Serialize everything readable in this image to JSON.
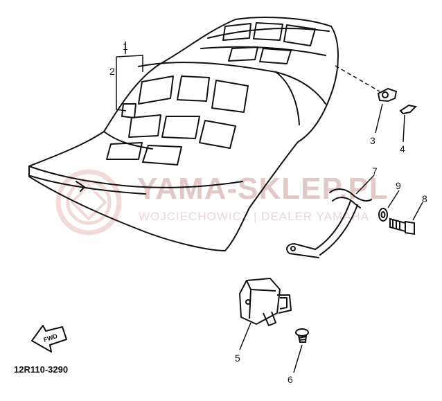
{
  "diagram": {
    "part_code": "12R110-3290",
    "fwd_label": "FWD",
    "callouts": [
      "1",
      "2",
      "3",
      "4",
      "5",
      "6",
      "7",
      "8",
      "9"
    ]
  },
  "watermark": {
    "brand": "YAMA-SKLEP.PL",
    "subtitle": "WOJCIECHOWICZ | DEALER YAMAHA",
    "color": "#e9c9c9"
  }
}
